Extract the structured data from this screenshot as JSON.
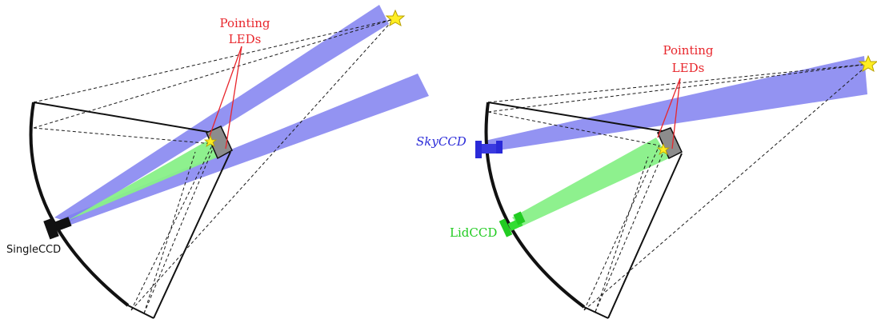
{
  "left_panel": {
    "pointing_label": [
      "Pointing",
      "LEDs"
    ],
    "camera_label": "SingleCCD"
  },
  "right_panel": {
    "pointing_label": [
      "Pointing",
      "LEDs"
    ],
    "sky_camera_label": "SkyCCD",
    "lid_camera_label": "LidCCD"
  },
  "colors": {
    "sky_beam": "#8080f0",
    "led_beam": "#88f088",
    "label_red": "#e8262c",
    "sky_camera": "#2a2ad8",
    "lid_camera": "#22cc22",
    "camera_body": "#111111",
    "star_fill": "#ffee22",
    "star_stroke": "#b8a000",
    "lid_fill": "#8c8c8c"
  },
  "icons": {
    "star": "star-icon",
    "camera": "ccd-camera-icon",
    "lid": "camera-lid-icon"
  }
}
